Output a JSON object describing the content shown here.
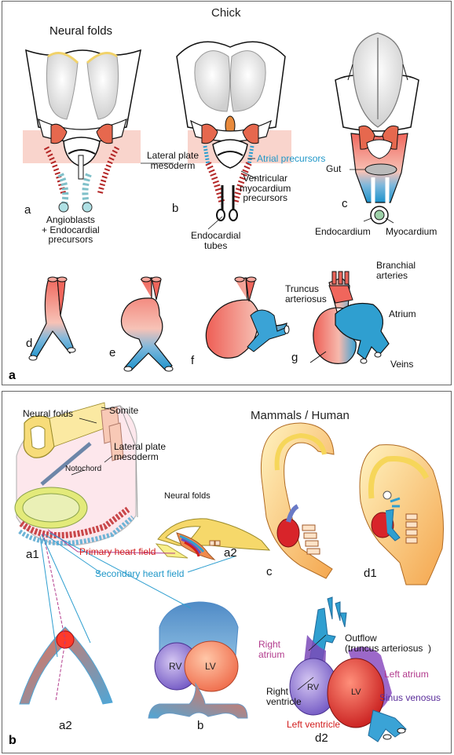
{
  "panel_a": {
    "title": "Chick",
    "panel_letter": "a",
    "labels": {
      "neural_folds": "Neural folds",
      "lateral_plate": "Lateral plate\nmesoderm",
      "angioblasts": "Angioblasts\n+ Endocardial\nprecursors",
      "atrial": "Atrial precursors",
      "ventricular": "Ventricular\nmyocardium\nprecursors",
      "endocardial_tubes": "Endocardial\ntubes",
      "gut": "Gut",
      "endocardium": "Endocardium",
      "myocardium": "Myocardium",
      "branchial": "Branchial\narteries",
      "truncus": "Truncus\narteriosus",
      "atrium": "Atrium",
      "veins": "Veins"
    },
    "stages": [
      "a",
      "b",
      "c",
      "d",
      "e",
      "f",
      "g"
    ]
  },
  "panel_b": {
    "title": "Mammals / Human",
    "panel_letter": "b",
    "labels": {
      "neural_folds_1": "Neural folds",
      "somite": "Somite",
      "lateral_plate": "Lateral plate\nmesoderm",
      "notochord": "Notochord",
      "neural_folds_2": "Neural folds",
      "primary": "Primary heart field",
      "secondary": "Secondary heart field",
      "rv": "RV",
      "lv": "LV",
      "outflow": "Outflow\n(truncus arteriosus  )",
      "right_atrium": "Right\natrium",
      "left_atrium": "Left atrium",
      "right_ventricle": "Right\nventricle",
      "sinus_venosus": "Sinus venosus",
      "left_ventricle": "Left ventricle",
      "rv2": "RV",
      "lv2": "LV"
    },
    "stages": [
      "a1",
      "a2",
      "c",
      "d1",
      "a2",
      "b",
      "d2"
    ]
  },
  "colors": {
    "myocardium": "#e8645a",
    "endocardium": "#2f9fd0",
    "secondary_field": "#1f97c8",
    "primary_field": "#d21d1d",
    "neural": "#f4c842"
  }
}
